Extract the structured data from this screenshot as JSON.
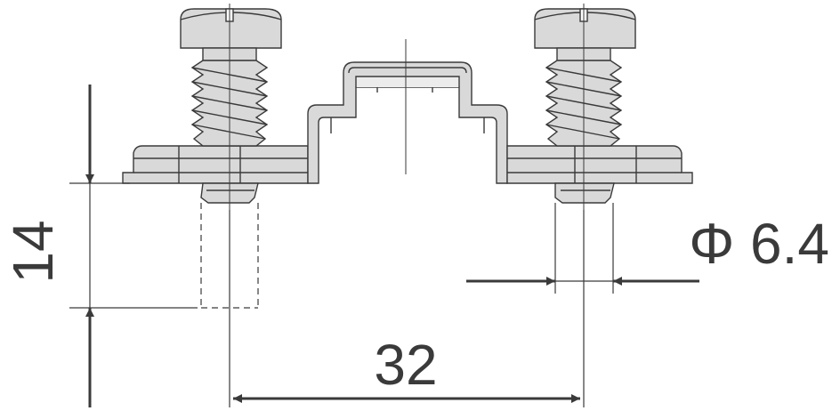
{
  "dimensions": {
    "height": "14",
    "spacing": "32",
    "diameter": "Φ 6.4"
  },
  "colors": {
    "line": "#3a3a3a",
    "part_fill": "#d9d9d9",
    "part_light": "#ececec",
    "background": "#ffffff"
  }
}
